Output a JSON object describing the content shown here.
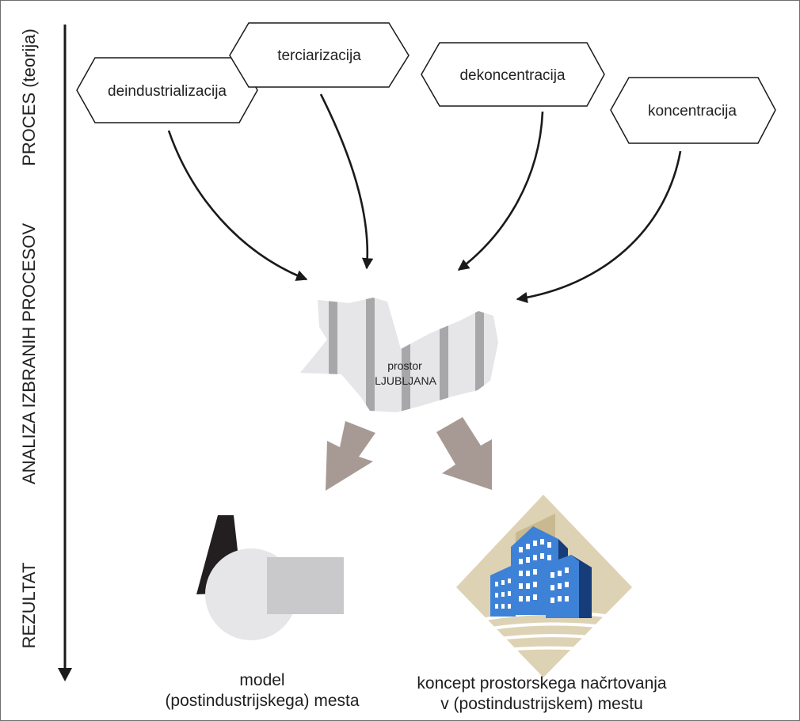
{
  "side_labels": {
    "process": "PROCES (teorija)",
    "analysis": "ANALIZA IZBRANIH PROCESOV",
    "result": "REZULTAT"
  },
  "processes": [
    {
      "label": "deindustrializacija"
    },
    {
      "label": "terciarizacija"
    },
    {
      "label": "dekoncentracija"
    },
    {
      "label": "koncentracija"
    }
  ],
  "space": {
    "line1": "prostor",
    "line2": "LJUBLJANA"
  },
  "results": {
    "model": {
      "line1": "model",
      "line2": "(postindustrijskega) mesta"
    },
    "concept": {
      "line1": "koncept prostorskega načrtovanja",
      "line2": "v (postindustrijskem) mestu"
    }
  },
  "colors": {
    "line": "#1a1a1a",
    "map_fill": "#e6e6e8",
    "map_stripe": "#a7a7a9",
    "result_arrow": "#a79a95",
    "building_blue": "#3d82d6",
    "building_dark": "#173c7a",
    "diamond": "#ddd2b4"
  }
}
